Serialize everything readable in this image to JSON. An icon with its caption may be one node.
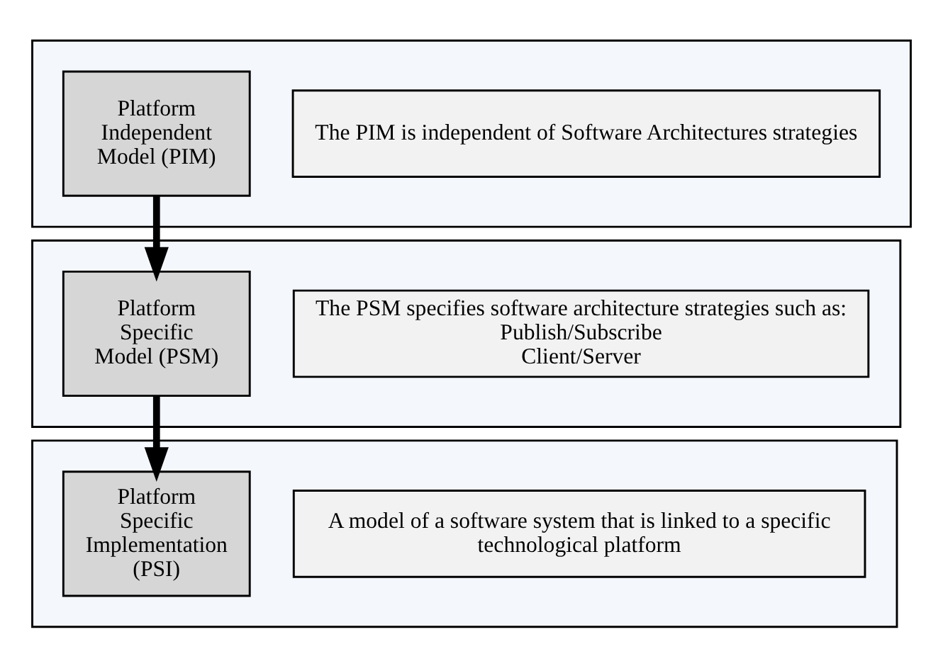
{
  "diagram": {
    "nodes": [
      {
        "text": [],
        "shape": "box"
      },
      {
        "text": [
          "Platform Independent Model (PIM)"
        ],
        "in": 0
      },
      {
        "text": [
          "The PIM is independent of Software Architectures strategies"
        ],
        "in": 0
      },
      {
        "text": [],
        "shape": "box"
      },
      {
        "text": [
          "Platform Specific Model (PSM)"
        ],
        "in": 3
      },
      {
        "text": [
          "The PSM specifies software architecture strategies such as:",
          "Publish/Subscribe",
          "Client/Server"
        ],
        "in": 3
      },
      {
        "text": [],
        "shape": "box"
      },
      {
        "text": [
          "Platform Specific Implementation (PSI)"
        ],
        "in": 6
      },
      {
        "text": [
          "A model of a software system that is linked to a specific technological platform"
        ],
        "in": 6
      }
    ],
    "edges": [
      {
        "from": 1,
        "to": 4,
        "arrow": "to"
      },
      {
        "from": 4,
        "to": 7,
        "arrow": "to"
      }
    ]
  }
}
